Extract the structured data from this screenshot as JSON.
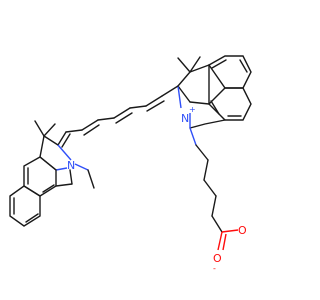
{
  "atoms": {
    "nitrogen_cation": "N",
    "nitrogen_cation_charge": "+",
    "nitrogen_neutral": "N",
    "carbonyl_oxygen": "O",
    "carboxylate_oxygen": "O",
    "carboxylate_charge": "-"
  },
  "colors": {
    "bond": "#1a1a1a",
    "nitrogen": "#3050f8",
    "oxygen": "#ff0d0d",
    "background": "#ffffff"
  }
}
